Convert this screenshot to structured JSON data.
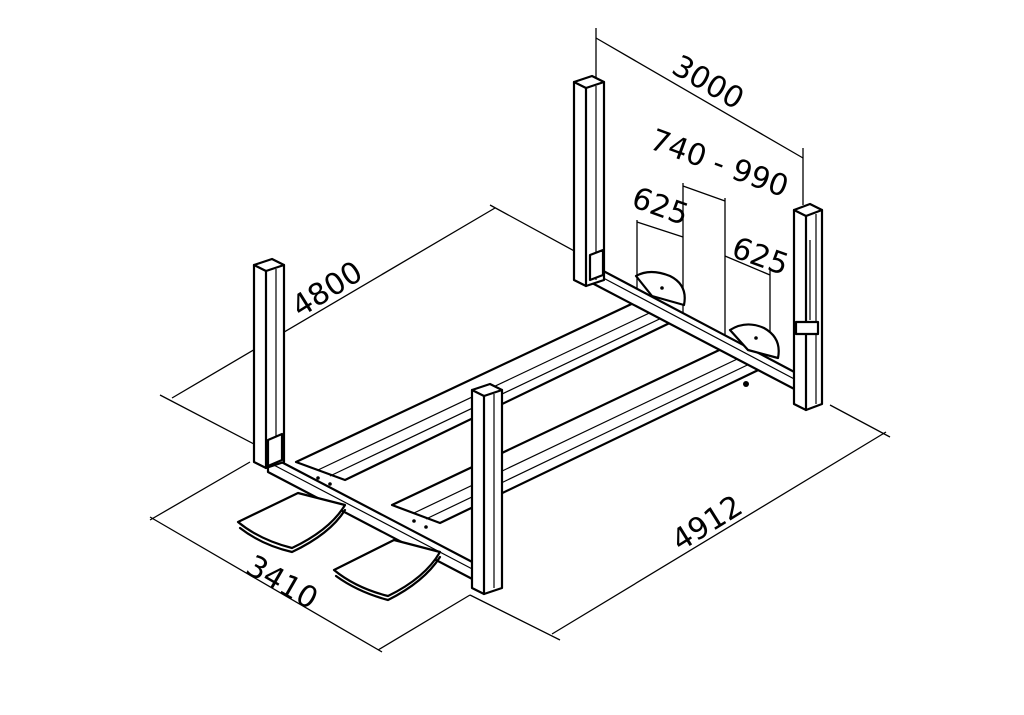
{
  "dimensions": {
    "width_between_columns": "3000",
    "runway_spacing_range": "740 - 990",
    "runway_width_left": "625",
    "runway_width_right": "625",
    "column_length": "4800",
    "overall_width": "3410",
    "overall_length": "4912"
  }
}
